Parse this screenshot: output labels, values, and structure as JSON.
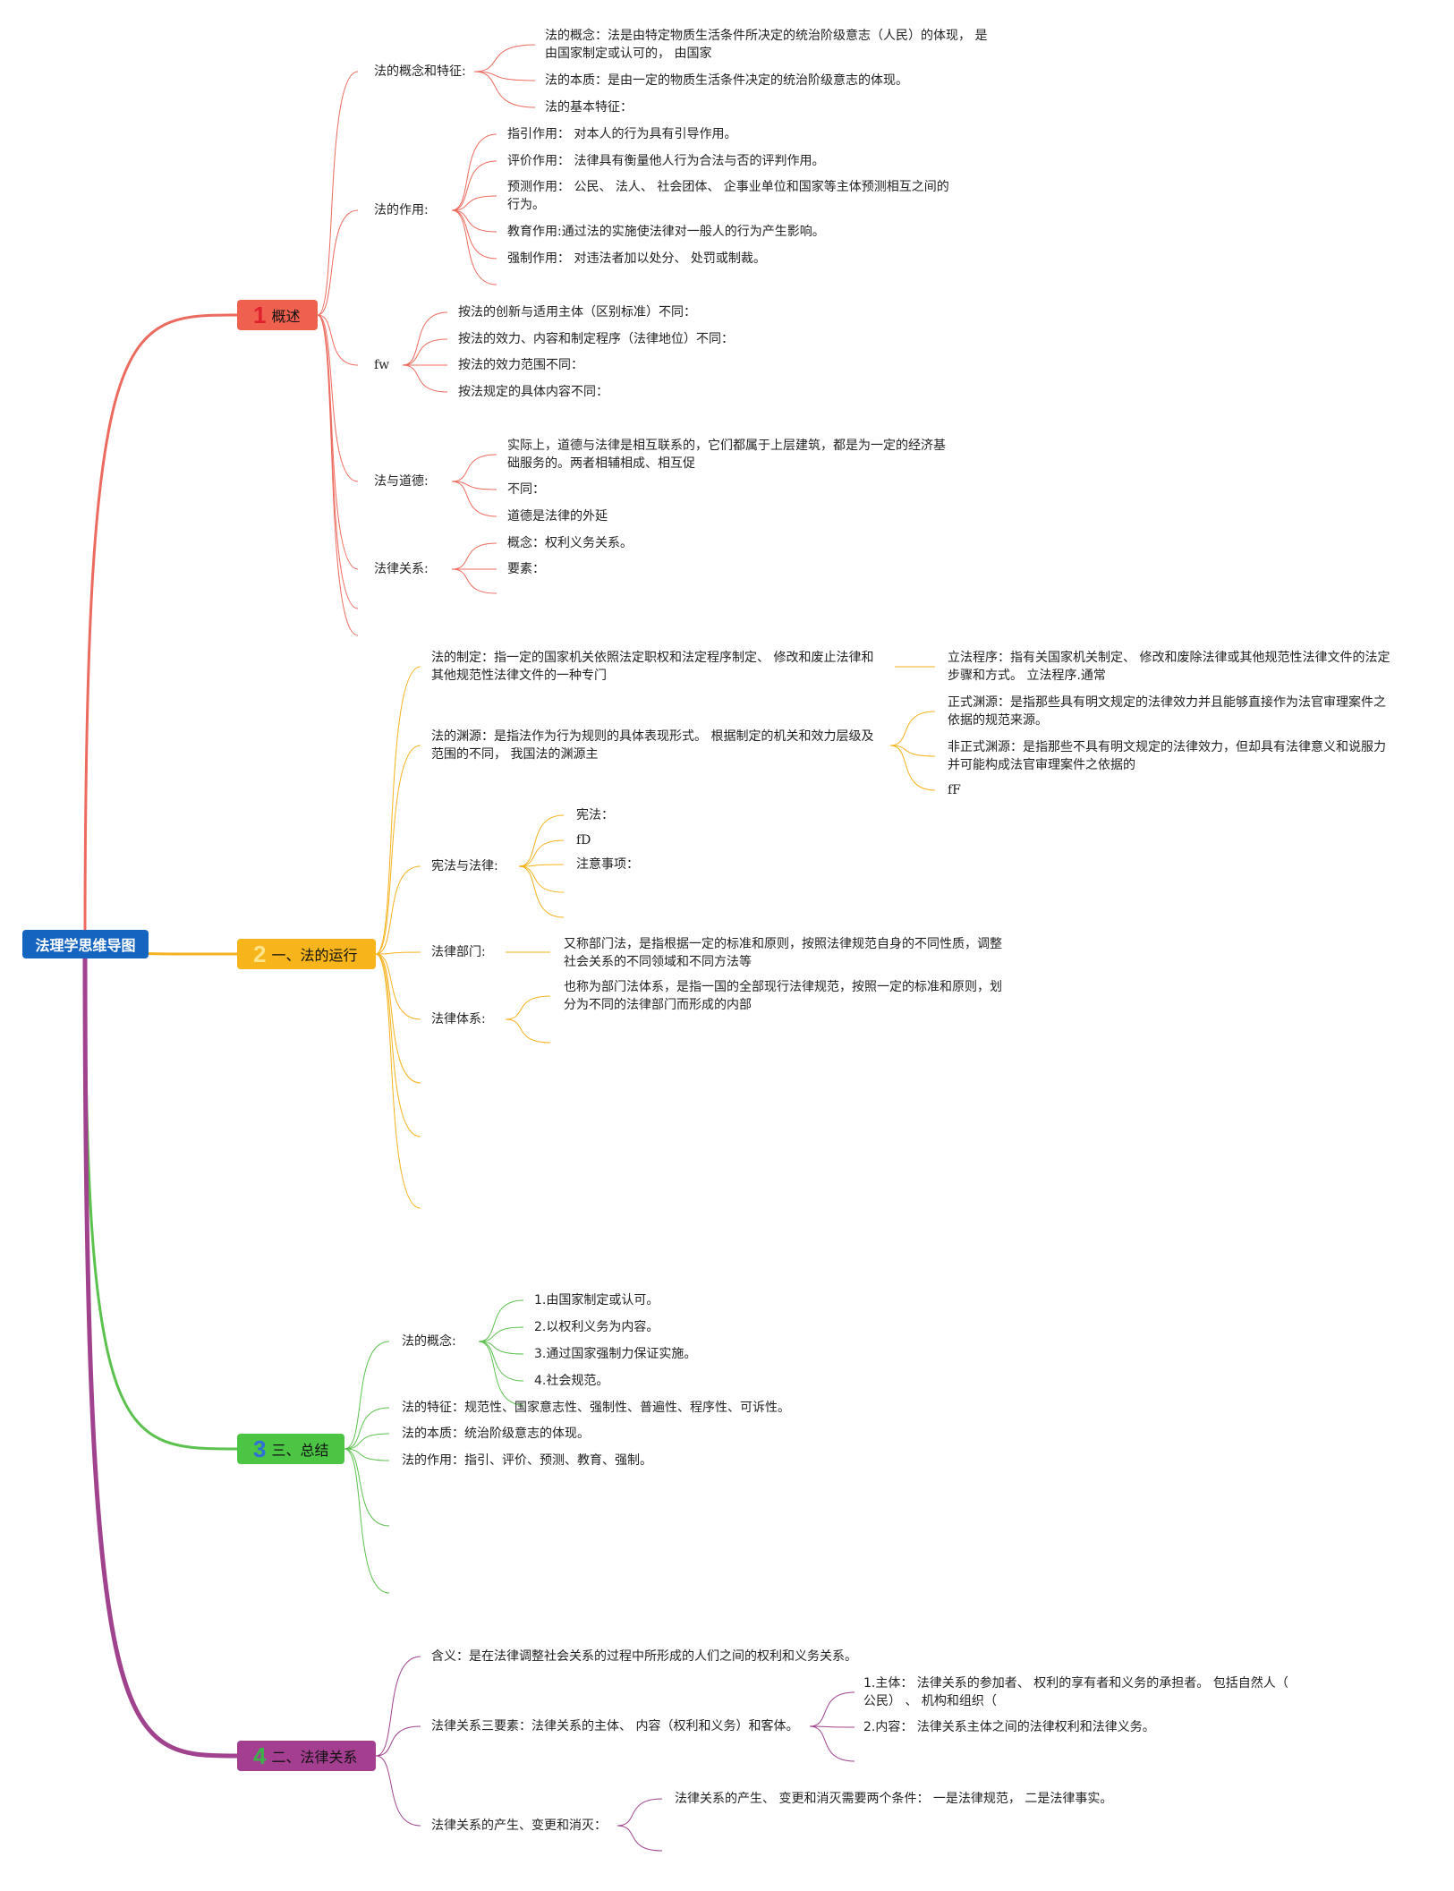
{
  "root": {
    "label": "法理学思维导图",
    "color": "#1565c0"
  },
  "colors": {
    "b1": "#ec6a5e",
    "b2": "#f6b21e",
    "b3": "#5cc14f",
    "b4": "#a0428e"
  },
  "b1": {
    "num": "1",
    "label": "概述",
    "g1": {
      "label": "法的概念和特征:",
      "items": [
        "法的概念：法是由特定物质生活条件所决定的统治阶级意志（人民）的体现， 是由国家制定或认可的， 由国家",
        "法的本质：是由一定的物质生活条件决定的统治阶级意志的体现。",
        "法的基本特征："
      ]
    },
    "g2": {
      "label": "法的作用:",
      "items": [
        "指引作用： 对本人的行为具有引导作用。",
        "评价作用： 法律具有衡量他人行为合法与否的评判作用。",
        "预测作用： 公民、 法人、 社会团体、 企事业单位和国家等主体预测相互之间的行为。",
        "教育作用:通过法的实施使法律对一般人的行为产生影响。",
        "强制作用： 对违法者加以处分、 处罚或制裁。"
      ]
    },
    "g3": {
      "label": "fw",
      "items": [
        "按法的创新与适用主体（区别标准）不同：",
        "按法的效力、内容和制定程序（法律地位）不同：",
        "按法的效力范围不同：",
        "按法规定的具体内容不同："
      ]
    },
    "g4": {
      "label": "法与道德:",
      "items": [
        "实际上，道德与法律是相互联系的，它们都属于上层建筑，都是为一定的经济基础服务的。两者相辅相成、相互促",
        "不同：",
        "道德是法律的外延"
      ]
    },
    "g5": {
      "label": "法律关系:",
      "items": [
        "概念：权利义务关系。",
        "要素："
      ]
    }
  },
  "b2": {
    "num": "2",
    "label": "一、法的运行",
    "g1": {
      "label": "法的制定：指一定的国家机关依照法定职权和法定程序制定、 修改和废止法律和其他规范性法律文件的一种专门",
      "items": [
        "立法程序：指有关国家机关制定、 修改和废除法律或其他规范性法律文件的法定步骤和方式。 立法程序.通常"
      ]
    },
    "g2": {
      "label": "法的渊源：是指法作为行为规则的具体表现形式。 根据制定的机关和效力层级及范围的不同， 我国法的渊源主",
      "items": [
        "正式渊源：是指那些具有明文规定的法律效力并且能够直接作为法官审理案件之依据的规范来源。",
        "非正式渊源：是指那些不具有明文规定的法律效力，但却具有法律意义和说服力并可能构成法官审理案件之依据的",
        "fF"
      ]
    },
    "g3": {
      "label": "宪法与法律:",
      "items": [
        "宪法：",
        "fD",
        "注意事项："
      ]
    },
    "g4": {
      "label": "法律部门:",
      "items": [
        "又称部门法，是指根据一定的标准和原则，按照法律规范自身的不同性质，调整社会关系的不同领域和不同方法等"
      ]
    },
    "g5": {
      "label": "法律体系:",
      "items": [
        "也称为部门法体系，是指一国的全部现行法律规范，按照一定的标准和原则，划分为不同的法律部门而形成的内部"
      ]
    }
  },
  "b3": {
    "num": "3",
    "label": "三、总结",
    "g1": {
      "label": "法的概念:",
      "items": [
        "1.由国家制定或认可。",
        "2.以权利义务为内容。",
        "3.通过国家强制力保证实施。",
        "4.社会规范。"
      ]
    },
    "g2": {
      "label": "法的特征：规范性、国家意志性、强制性、普遍性、程序性、可诉性。"
    },
    "g3": {
      "label": "法的本质：统治阶级意志的体现。"
    },
    "g4": {
      "label": "法的作用：指引、评价、预测、教育、强制。"
    }
  },
  "b4": {
    "num": "4",
    "label": "二、法律关系",
    "g1": {
      "label": "含义：是在法律调整社会关系的过程中所形成的人们之间的权利和义务关系。"
    },
    "g2": {
      "label": "法律关系三要素：法律关系的主体、 内容（权利和义务）和客体。",
      "items": [
        "1.主体： 法律关系的参加者、 权利的享有者和义务的承担者。 包括自然人（ 公民） 、 机构和组织（",
        "2.内容： 法律关系主体之间的法律权利和法律义务。"
      ]
    },
    "g3": {
      "label": "法律关系的产生、变更和消灭：",
      "items": [
        "法律关系的产生、 变更和消灭需要两个条件： 一是法律规范， 二是法律事实。"
      ]
    }
  }
}
